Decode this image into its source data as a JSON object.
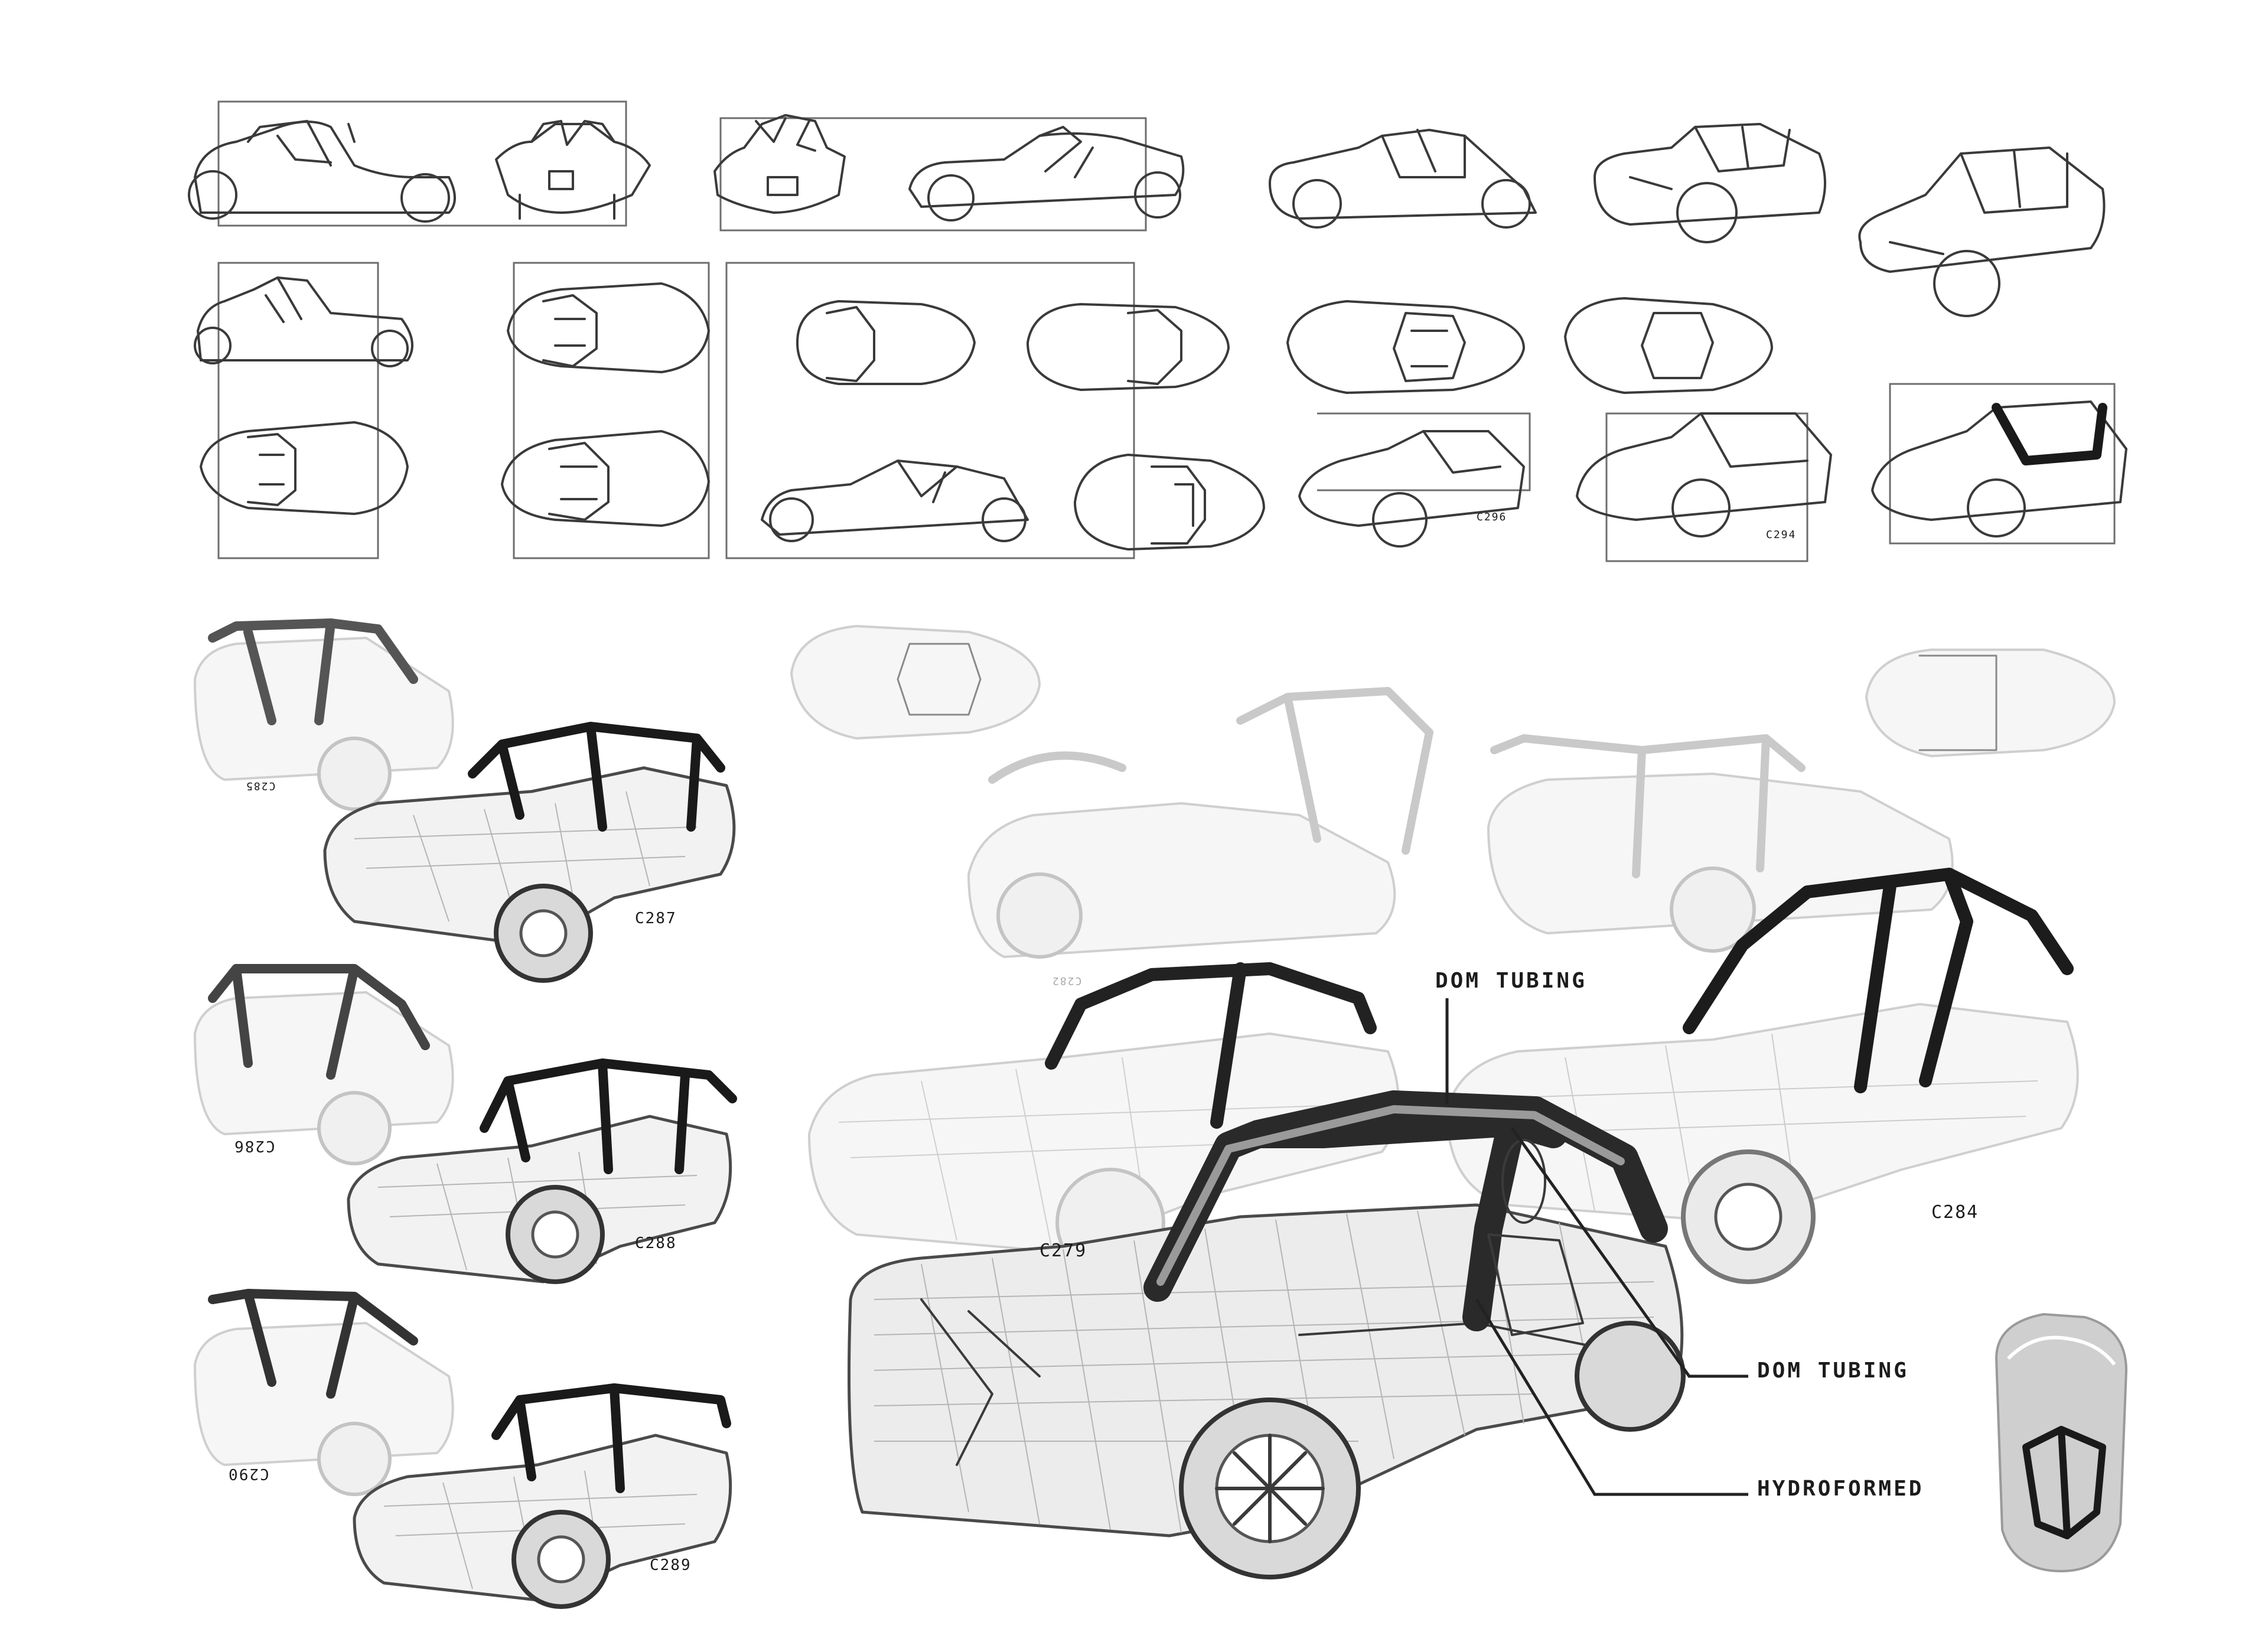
{
  "callouts": {
    "dom_tubing_top": "DOM TUBING",
    "dom_tubing_right": "DOM TUBING",
    "hydroformed": "HYDROFORMED"
  },
  "concept_codes": {
    "c287": "C287",
    "c288": "C288",
    "c289": "C289",
    "c279": "C279",
    "c284": "C284",
    "c296": "C296",
    "c294": "C294"
  },
  "mirrored_codes": {
    "rear_1": "C285",
    "rear_2": "C286",
    "rear_3": "C290",
    "ghost_center": "C282"
  },
  "palette": {
    "background": "#ffffff",
    "ink": "#3a3a3a",
    "cage": "#1a1a1a",
    "ghost": "#cfcfcf"
  }
}
